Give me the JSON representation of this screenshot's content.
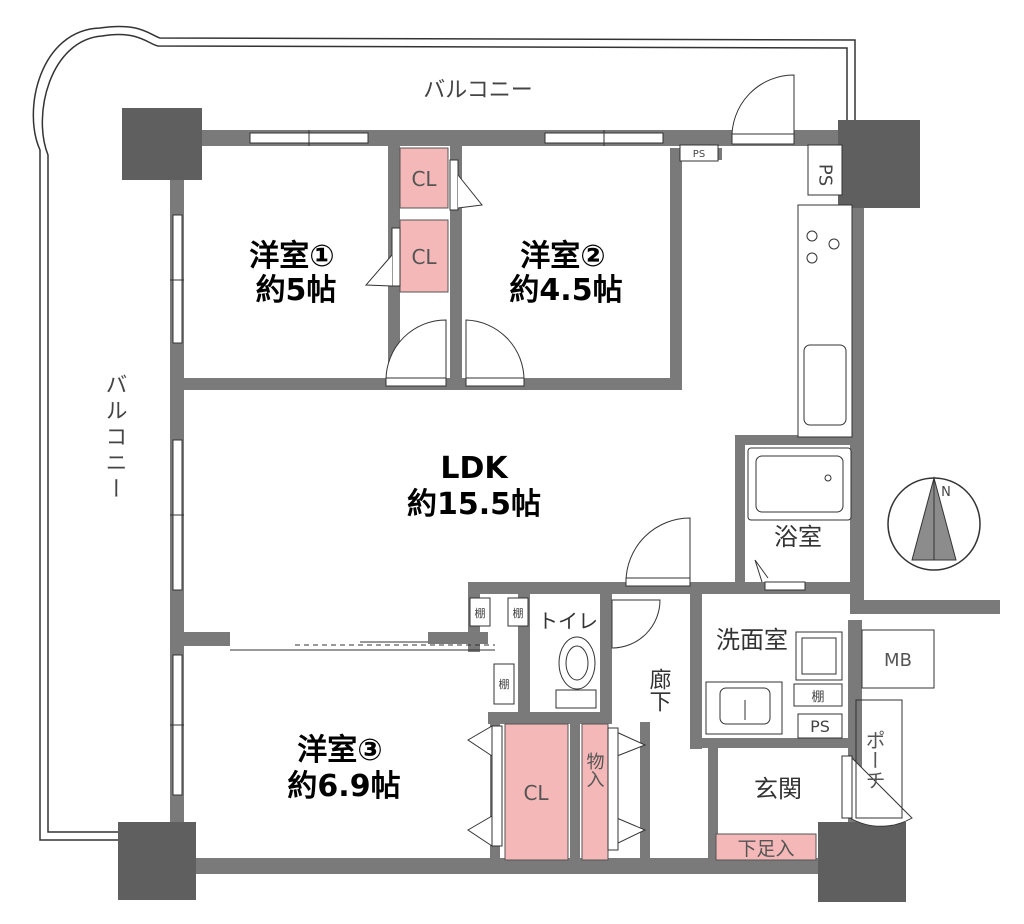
{
  "plan": {
    "balcony_top": "バルコニー",
    "balcony_left": "バルコニー",
    "room1": {
      "name": "洋室①",
      "size": "約5帖"
    },
    "room2": {
      "name": "洋室②",
      "size": "約4.5帖"
    },
    "room3": {
      "name": "洋室③",
      "size": "約6.9帖"
    },
    "ldk": {
      "name": "LDK",
      "size": "約15.5帖"
    },
    "closet": "CL",
    "bath": "浴室",
    "toilet": "トイレ",
    "washroom": "洗面室",
    "corridor": "廊下",
    "storage": "物入",
    "entrance": "玄関",
    "shoe_storage": "下足入",
    "porch": "ポーチ",
    "mb": "MB",
    "ps": "PS",
    "shelf": "棚",
    "north": "N"
  },
  "colors": {
    "wall": "#7a7a7a",
    "pillar": "#5f5f5f",
    "closet_fill": "#f4b8b8",
    "line": "#333333"
  }
}
